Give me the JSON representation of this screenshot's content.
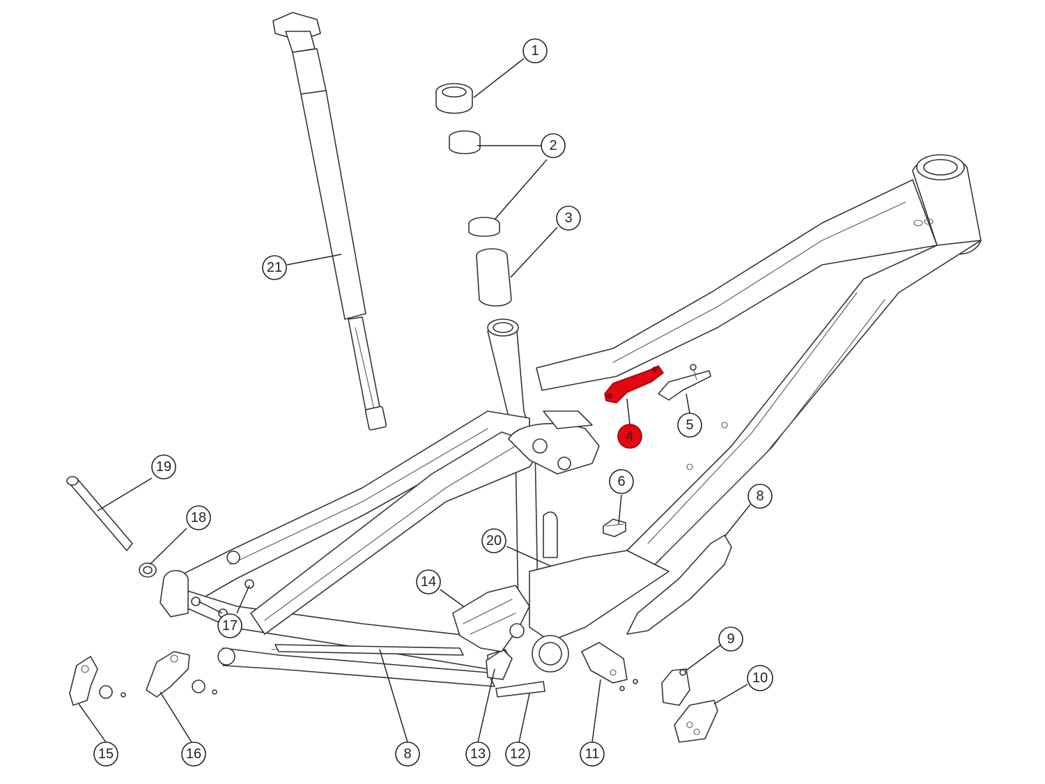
{
  "diagram": {
    "highlight_color": "#e30613",
    "line_color": "#333333",
    "highlighted_part": "4",
    "callouts": [
      {
        "id": "c1",
        "label": "1"
      },
      {
        "id": "c2",
        "label": "2"
      },
      {
        "id": "c3",
        "label": "3"
      },
      {
        "id": "c4",
        "label": "4"
      },
      {
        "id": "c5",
        "label": "5"
      },
      {
        "id": "c6",
        "label": "6"
      },
      {
        "id": "c8a",
        "label": "8"
      },
      {
        "id": "c8b",
        "label": "8"
      },
      {
        "id": "c9",
        "label": "9"
      },
      {
        "id": "c10",
        "label": "10"
      },
      {
        "id": "c11",
        "label": "11"
      },
      {
        "id": "c12",
        "label": "12"
      },
      {
        "id": "c13",
        "label": "13"
      },
      {
        "id": "c14",
        "label": "14"
      },
      {
        "id": "c15",
        "label": "15"
      },
      {
        "id": "c16",
        "label": "16"
      },
      {
        "id": "c17",
        "label": "17"
      },
      {
        "id": "c18",
        "label": "18"
      },
      {
        "id": "c19",
        "label": "19"
      },
      {
        "id": "c20",
        "label": "20"
      },
      {
        "id": "c21",
        "label": "21"
      }
    ]
  }
}
